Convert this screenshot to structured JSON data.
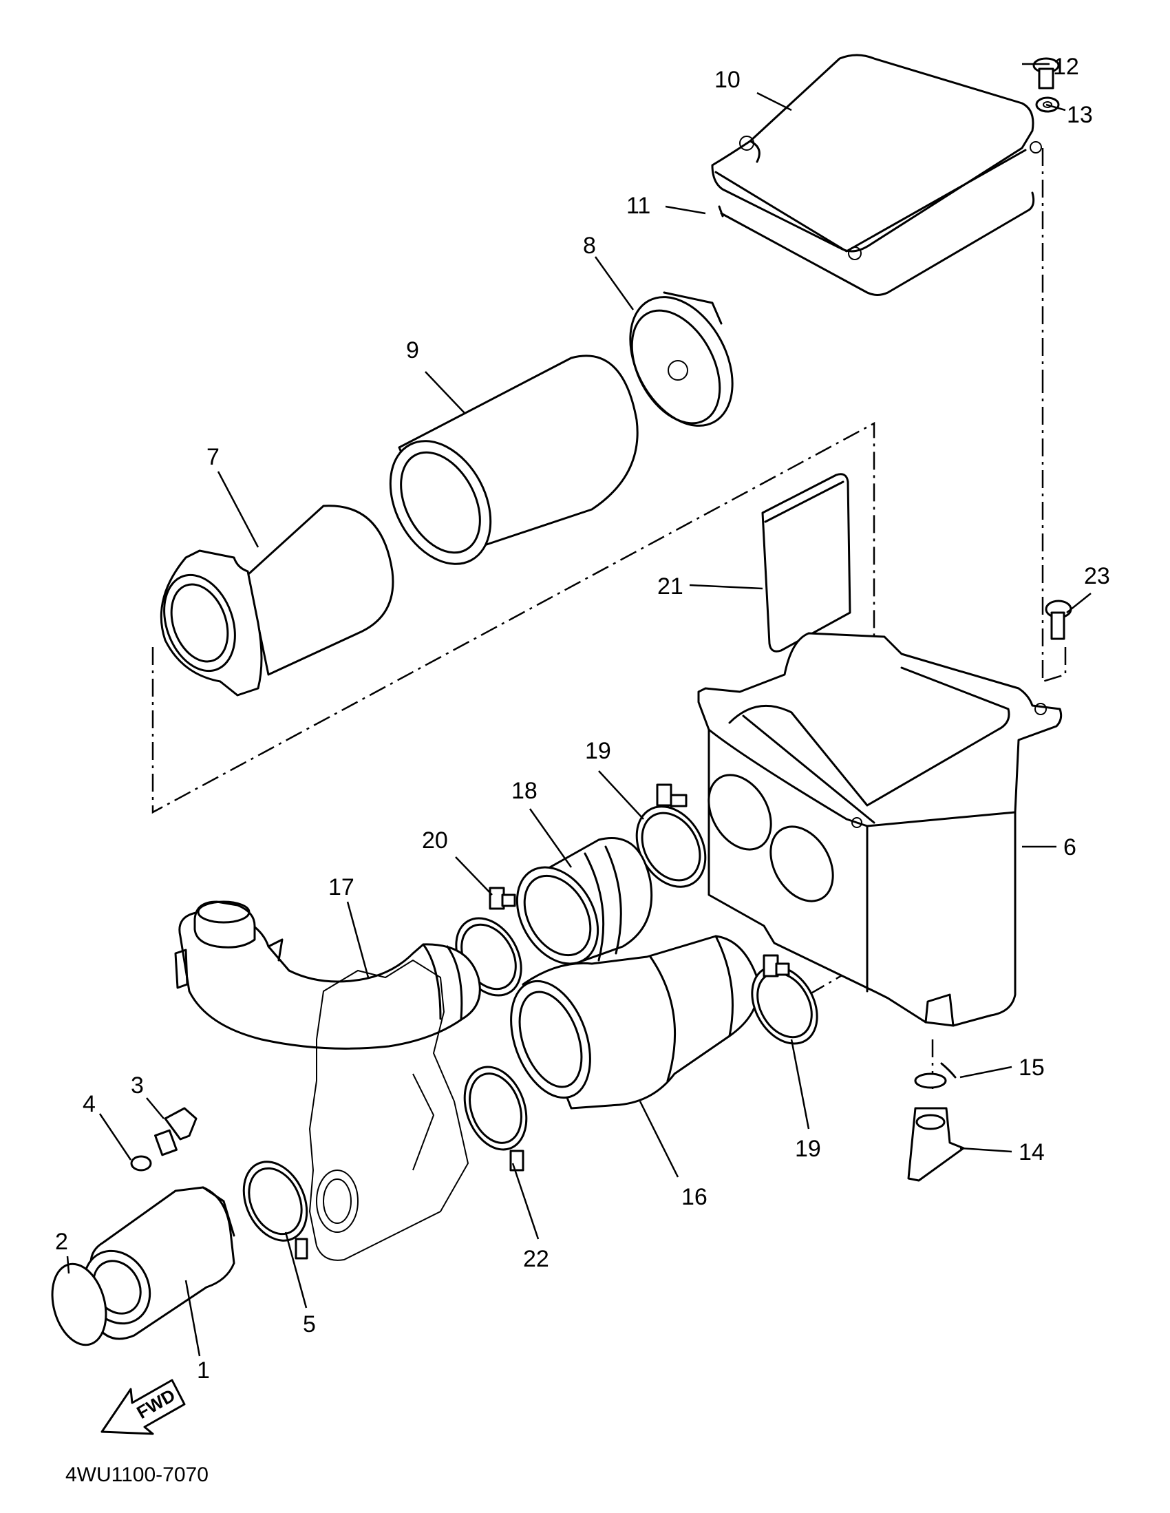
{
  "diagram": {
    "drawing_code": "4WU1100-7070",
    "fwd_label": "FWD",
    "callouts": [
      "1",
      "2",
      "3",
      "4",
      "5",
      "6",
      "7",
      "8",
      "9",
      "10",
      "11",
      "12",
      "13",
      "14",
      "15",
      "16",
      "17",
      "18",
      "19",
      "19",
      "20",
      "21",
      "22",
      "23"
    ]
  }
}
